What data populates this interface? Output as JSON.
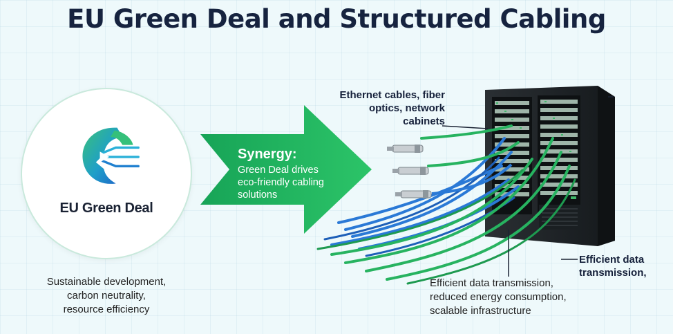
{
  "title": "EU Green Deal and Structured Cabling",
  "left": {
    "label": "EU Green Deal",
    "description": [
      "Sustainable development,",
      "carbon neutrality,",
      "resource efficiency"
    ]
  },
  "arrow": {
    "title": "Synergy:",
    "lines": [
      "Green Deal drives",
      "eco-friendly cabling",
      "solutions"
    ]
  },
  "callouts": {
    "top": [
      "Ethernet cables, fiber",
      "optics, network",
      "cabinets"
    ],
    "right": [
      "Efficient data",
      "transmission,"
    ]
  },
  "bottom": {
    "description": [
      "Efficient data transmission,",
      "reduced energy consumption,",
      "scalable infrastructure"
    ]
  },
  "colors": {
    "title": "#16233f",
    "arrow_green": "#20b85a",
    "cable_blue": "#2a79d6",
    "cable_green": "#27b360",
    "cabinet": "#1d2226"
  },
  "icons": [
    "eu-green-deal-logo-icon",
    "network-cabinet-icon",
    "cable-connector-icon"
  ]
}
